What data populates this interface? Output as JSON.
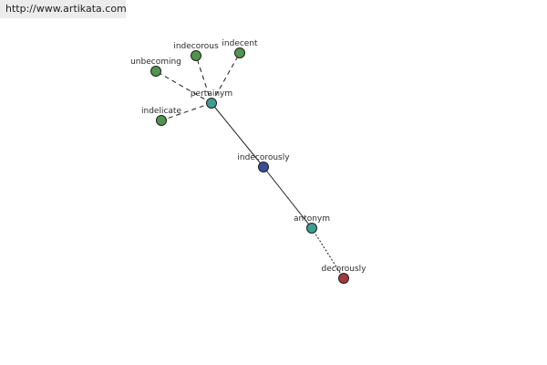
{
  "watermark": {
    "text": "http://www.artikata.com"
  },
  "graph": {
    "nodes": [
      {
        "id": "indecorously",
        "label": "indecorously",
        "kind": "center",
        "color": "#3b4d99"
      },
      {
        "id": "pertainym",
        "label": "pertainym",
        "kind": "relation",
        "color": "#3f9c93"
      },
      {
        "id": "antonym",
        "label": "antonym",
        "kind": "relation",
        "color": "#3f9c93"
      },
      {
        "id": "decorously",
        "label": "decorously",
        "kind": "antonym-word",
        "color": "#a13a3a"
      },
      {
        "id": "indecorous",
        "label": "indecorous",
        "kind": "word",
        "color": "#4f944f"
      },
      {
        "id": "indecent",
        "label": "indecent",
        "kind": "word",
        "color": "#4f944f"
      },
      {
        "id": "unbecoming",
        "label": "unbecoming",
        "kind": "word",
        "color": "#4f944f"
      },
      {
        "id": "indelicate",
        "label": "indelicate",
        "kind": "word",
        "color": "#4f944f"
      }
    ],
    "edges": [
      {
        "from": "indecorously",
        "to": "pertainym",
        "style": "solid"
      },
      {
        "from": "indecorously",
        "to": "antonym",
        "style": "solid"
      },
      {
        "from": "antonym",
        "to": "decorously",
        "style": "dotted"
      },
      {
        "from": "pertainym",
        "to": "indecorous",
        "style": "dashed"
      },
      {
        "from": "pertainym",
        "to": "indecent",
        "style": "dashed"
      },
      {
        "from": "pertainym",
        "to": "unbecoming",
        "style": "dashed"
      },
      {
        "from": "pertainym",
        "to": "indelicate",
        "style": "dashed"
      }
    ]
  }
}
